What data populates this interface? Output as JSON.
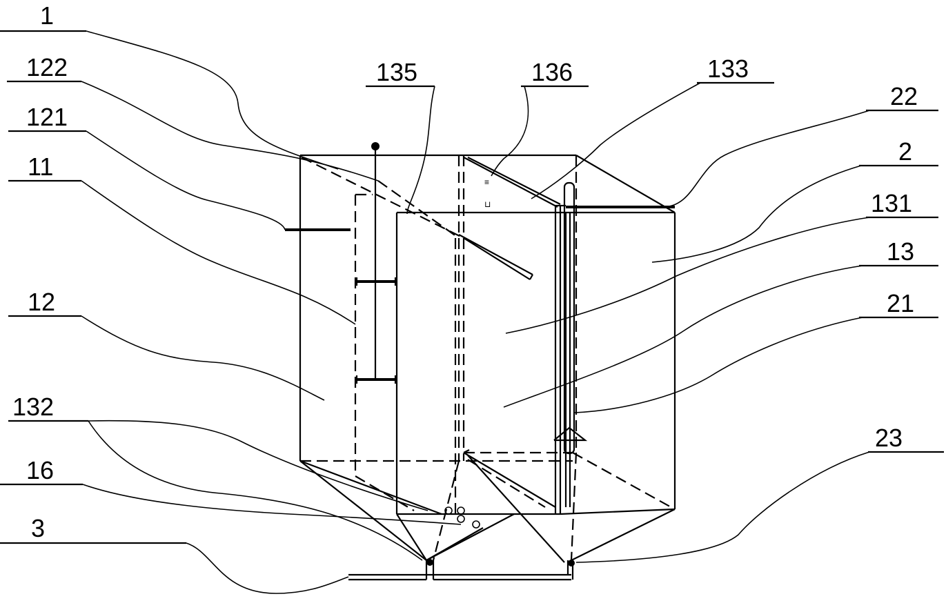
{
  "labels": {
    "l1": "1",
    "l122": "122",
    "l121": "121",
    "l11": "11",
    "l12": "12",
    "l132": "132",
    "l16": "16",
    "l3": "3",
    "l135": "135",
    "l136": "136",
    "l133": "133",
    "l22": "22",
    "l2": "2",
    "l131": "131",
    "l13": "13",
    "l21": "21",
    "l23": "23"
  }
}
